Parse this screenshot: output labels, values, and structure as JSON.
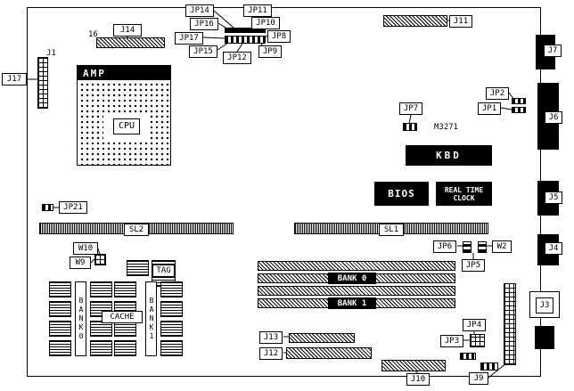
{
  "colors": {
    "ink": "#000000",
    "paper": "#ffffff"
  },
  "labels": {
    "jp14": "JP14",
    "jp16": "JP16",
    "jp17": "JP17",
    "jp15": "JP15",
    "jp12": "JP12",
    "jp11": "JP11",
    "jp10": "JP10",
    "jp8": "JP8",
    "jp9": "JP9",
    "j14": "J14",
    "j14_pin": "16",
    "j11": "J11",
    "j17": "J17",
    "j1": "J1",
    "amp": "AMP",
    "cpu": "CPU",
    "jp7": "JP7",
    "jp2": "JP2",
    "jp1": "JP1",
    "m3271": "M3271",
    "kbd": "KBD",
    "bios": "BIOS",
    "rtc": "REAL TIME CLOCK",
    "jp21": "JP21",
    "sl2": "SL2",
    "sl1": "SL1",
    "w10": "W10",
    "w9": "W9",
    "jp6": "JP6",
    "w2": "W2",
    "jp5": "JP5",
    "tag": "TAG",
    "cache": "CACHE",
    "bank0_sram": "BANK0",
    "bank1_sram": "BANK1",
    "bank0": "BANK 0",
    "bank1": "BANK 1",
    "j13": "J13",
    "j12": "J12",
    "j10": "J10",
    "jp4": "JP4",
    "jp3": "JP3",
    "j9": "J9",
    "j3": "J3",
    "j7": "J7",
    "j6": "J6",
    "j5": "J5",
    "j4": "J4"
  }
}
